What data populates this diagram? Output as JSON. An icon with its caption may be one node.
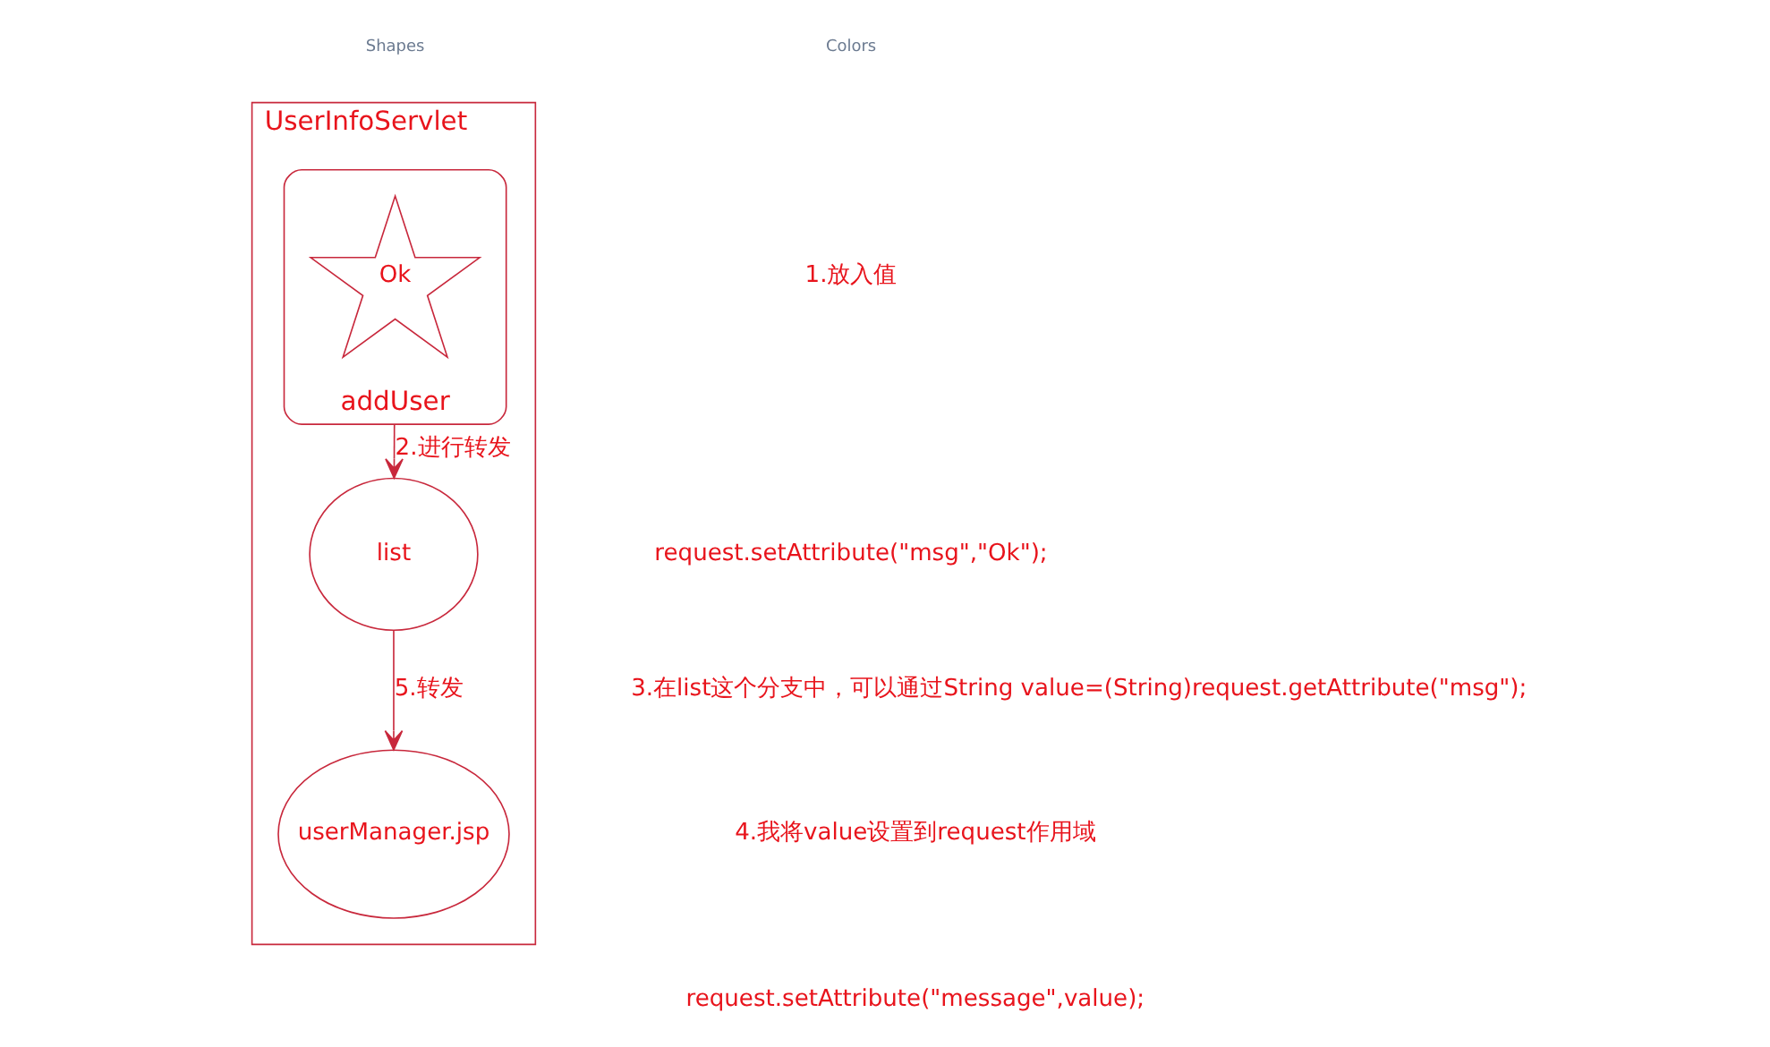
{
  "diagram": {
    "nodes": [
      {
        "text": [
          "UserInfoServlet"
        ]
      },
      {
        "text": [
          "addUser"
        ],
        "in": 0
      },
      {
        "text": [
          "Ok"
        ],
        "in": 1
      },
      {
        "text": [
          "list"
        ],
        "in": 0
      },
      {
        "text": [
          "userManager.jsp"
        ],
        "in": 0
      }
    ],
    "edges": [
      {
        "from": 1,
        "to": 3,
        "arrow": "to",
        "label": "2.进行转发"
      },
      {
        "from": 3,
        "to": 4,
        "arrow": "to",
        "label": "5.转发"
      }
    ],
    "labels": [
      "Shapes",
      "Colors",
      "1.放入值",
      "request.setAttribute(\"msg\",\"Ok\");",
      "3.在list这个分支中，可以通过String value=(String)request.getAttribute(\"msg\");",
      "4.我将value设置到request作用域",
      "request.setAttribute(\"message\",value);"
    ]
  }
}
